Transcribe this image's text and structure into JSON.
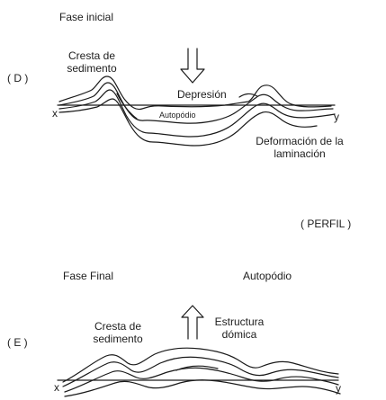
{
  "panel_d": {
    "phase_title": "Fase inicial",
    "letter": "( D )",
    "crest_label": "Cresta de\nsedimento",
    "depression_label": "Depresión",
    "autopodium_label": "Autopódio",
    "deformation_label": "Deformación de la\nlaminación",
    "x_label": "x",
    "y_label": "y"
  },
  "profile_label": "( PERFIL )",
  "panel_e": {
    "phase_title": "Fase Final",
    "autopodium_label": "Autopódio",
    "letter": "( E )",
    "crest_label": "Cresta de\nsedimento",
    "dome_label": "Estructura\ndómica",
    "x_label": "x",
    "y_label": "y"
  }
}
